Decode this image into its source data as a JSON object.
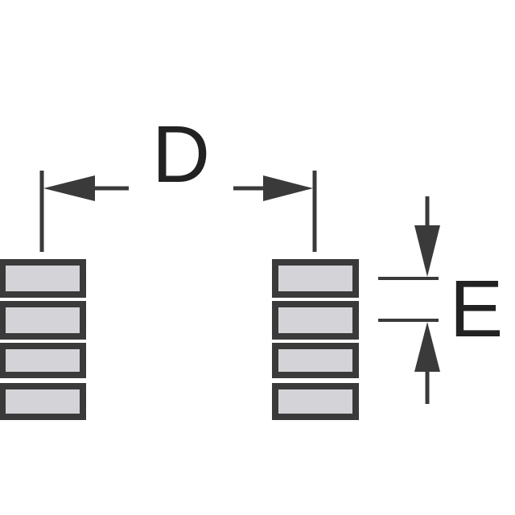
{
  "labels": {
    "pitch_between_columns": "D",
    "pitch_between_pads": "E"
  },
  "colors": {
    "outline": "#3a3a3a",
    "pad_fill": "#d4d4d8",
    "background": "#ffffff"
  },
  "pad_columns": [
    {
      "name": "left",
      "pad_count": 4
    },
    {
      "name": "right",
      "pad_count": 4
    }
  ]
}
